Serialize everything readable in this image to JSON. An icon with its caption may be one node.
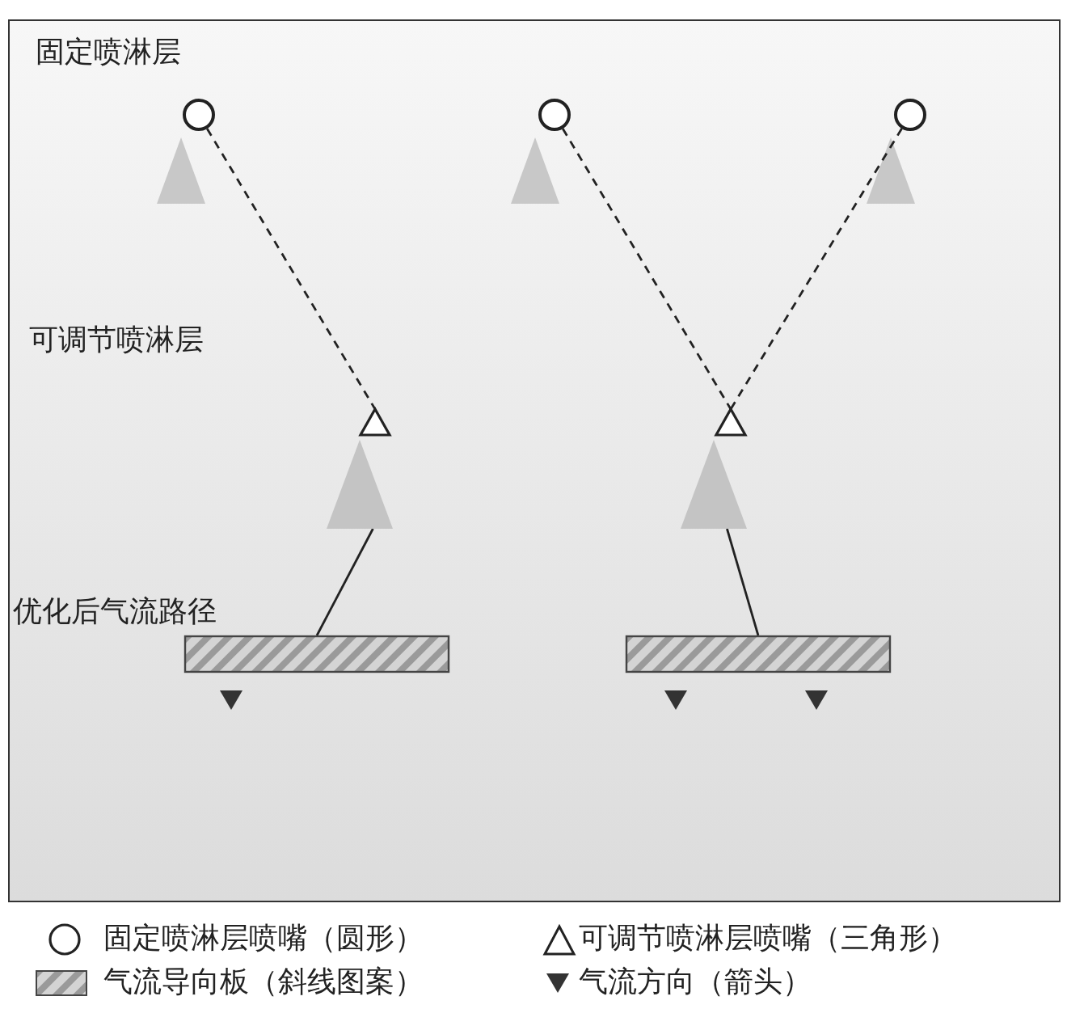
{
  "diagram": {
    "nodes": [
      {
        "text": [],
        "shape": "circle"
      },
      {
        "text": [],
        "shape": "circle"
      },
      {
        "text": [],
        "shape": "circle"
      },
      {
        "text": [],
        "shape": "triangle"
      },
      {
        "text": [],
        "shape": "triangle"
      },
      {
        "text": [],
        "shape": "triangle"
      },
      {
        "text": [],
        "shape": "triangle"
      },
      {
        "text": [],
        "shape": "bar"
      },
      {
        "text": [],
        "shape": "bar"
      }
    ],
    "edges": [
      {
        "from": 0,
        "to": 3,
        "arrow": "none",
        "style": "dashed"
      },
      {
        "from": 1,
        "to": 4,
        "arrow": "none",
        "style": "dashed"
      },
      {
        "from": 2,
        "to": 4,
        "arrow": "none",
        "style": "dashed"
      },
      {
        "from": 5,
        "to": 7,
        "arrow": "none"
      },
      {
        "from": 6,
        "to": 8,
        "arrow": "none"
      }
    ],
    "labels": [
      "固定喷淋层",
      "可调节喷淋层",
      "优化后气流路径"
    ],
    "legend": [
      {
        "text": "固定喷淋层喷嘴（圆形）"
      },
      {
        "text": "可调节喷淋层喷嘴（三角形）"
      },
      {
        "text": "气流导向板（斜线图案）"
      },
      {
        "text": "气流方向（箭头）"
      }
    ]
  }
}
